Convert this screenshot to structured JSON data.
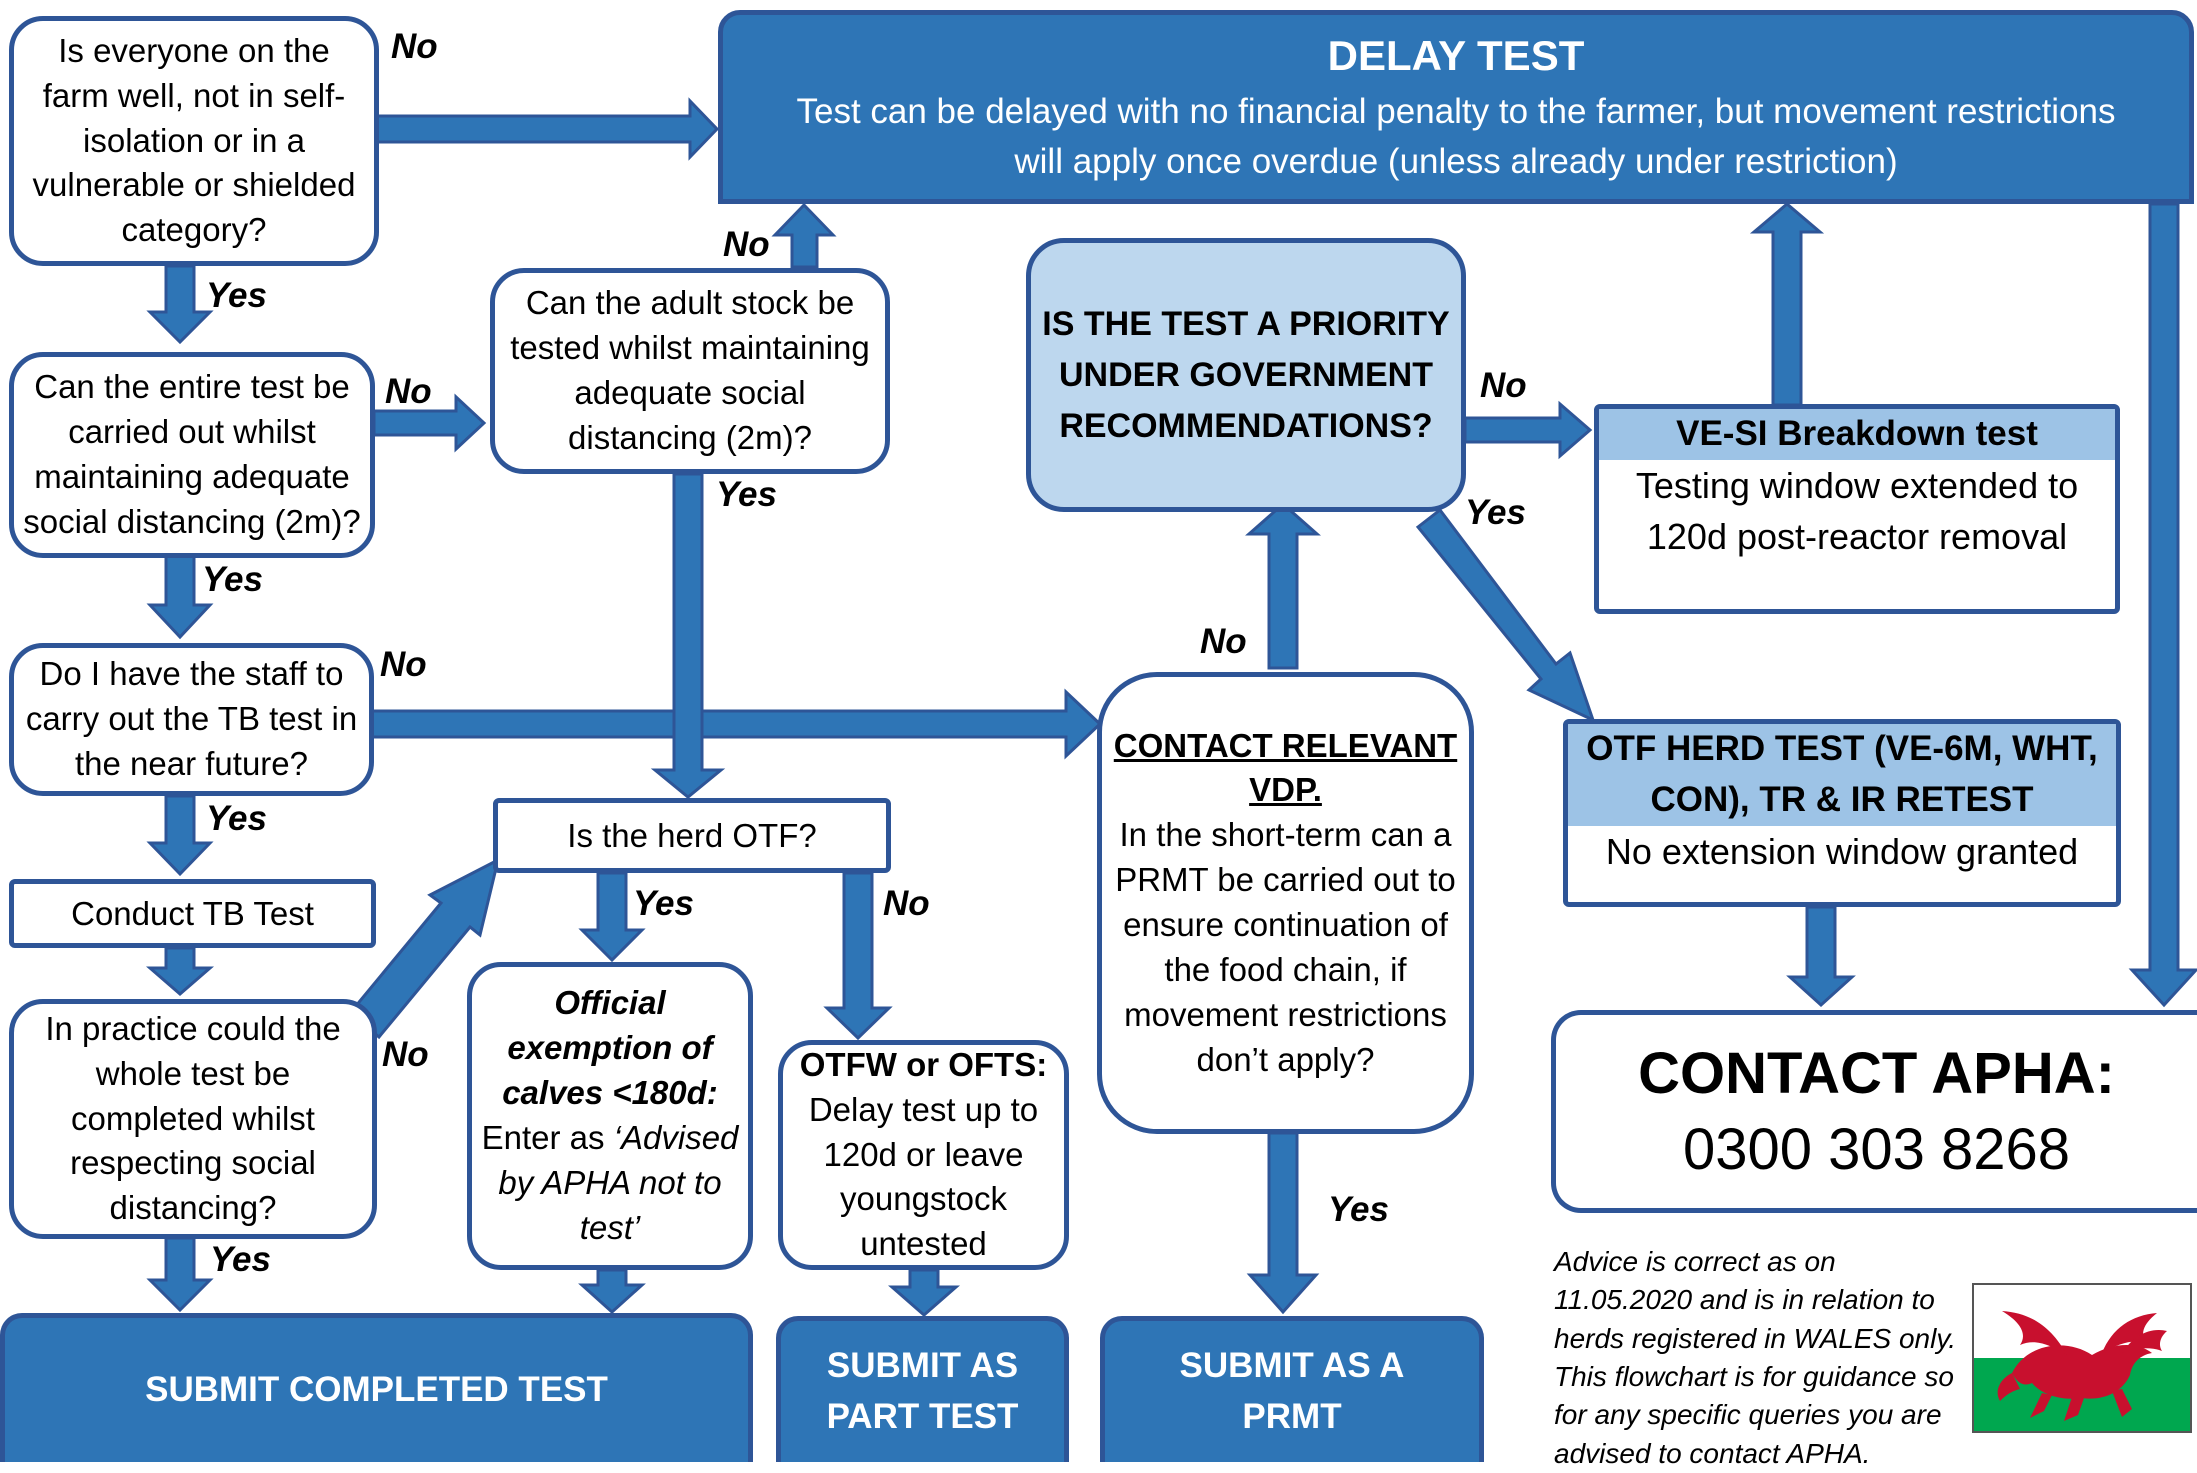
{
  "nodes": {
    "q_well": "Is everyone on the farm well, not in self-isolation or in a vulnerable or shielded category?",
    "q_entire": "Can the entire test be carried out whilst maintaining adequate social distancing (2m)?",
    "q_staff": "Do I have the staff to carry out the TB test in the near future?",
    "conduct": "Conduct TB Test",
    "q_practice": "In practice could the whole test be completed whilst respecting social distancing?",
    "q_adult": "Can the adult stock be tested whilst maintaining adequate social distancing (2m)?",
    "q_otf": "Is the herd OTF?",
    "official": {
      "heading": "Official exemption of calves <180d:",
      "text_a": "Enter as ",
      "text_b": "‘Advised by APHA not to test’"
    },
    "otfw": {
      "heading": "OTFW or OFTS:",
      "text": "Delay test up to 120d or leave youngstock untested"
    },
    "vdp": {
      "heading": "CONTACT RELEVANT VDP.",
      "text": "In the short-term can a PRMT be carried out to ensure continuation of the food chain, if movement restrictions don’t apply?"
    },
    "priority": "IS THE TEST A PRIORITY UNDER GOVERNMENT RECOMMENDATIONS?",
    "delay": {
      "title": "DELAY TEST",
      "text": "Test can be delayed with no financial penalty to the farmer, but movement restrictions will apply once overdue (unless already under restriction)"
    },
    "vesi": {
      "heading": "VE-SI Breakdown test",
      "text": "Testing window extended to 120d post-reactor removal"
    },
    "otfherd": {
      "heading": "OTF HERD TEST (VE-6M, WHT, CON), TR & IR RETEST",
      "text": "No extension window granted"
    },
    "apha": {
      "title": "CONTACT APHA:",
      "phone": "0300 303 8268"
    },
    "submit_completed": "SUBMIT COMPLETED TEST",
    "submit_part": "SUBMIT AS PART TEST",
    "submit_prmt": "SUBMIT AS A PRMT"
  },
  "labels": {
    "yes": "Yes",
    "no": "No"
  },
  "note": "Advice is correct as on 11.05.2020 and is in relation to herds registered in WALES only. This flowchart is for guidance so for any specific queries you are advised to contact APHA.",
  "colors": {
    "arrow": "#2e75b6",
    "border": "#2e5597",
    "light_box": "#bdd7ee",
    "header_box": "#9dc3e6",
    "dark_box": "#2e75b6",
    "flag_red": "#c8102e",
    "flag_green": "#00a74f"
  },
  "flag": {
    "icon": "welsh-dragon-flag-icon"
  }
}
